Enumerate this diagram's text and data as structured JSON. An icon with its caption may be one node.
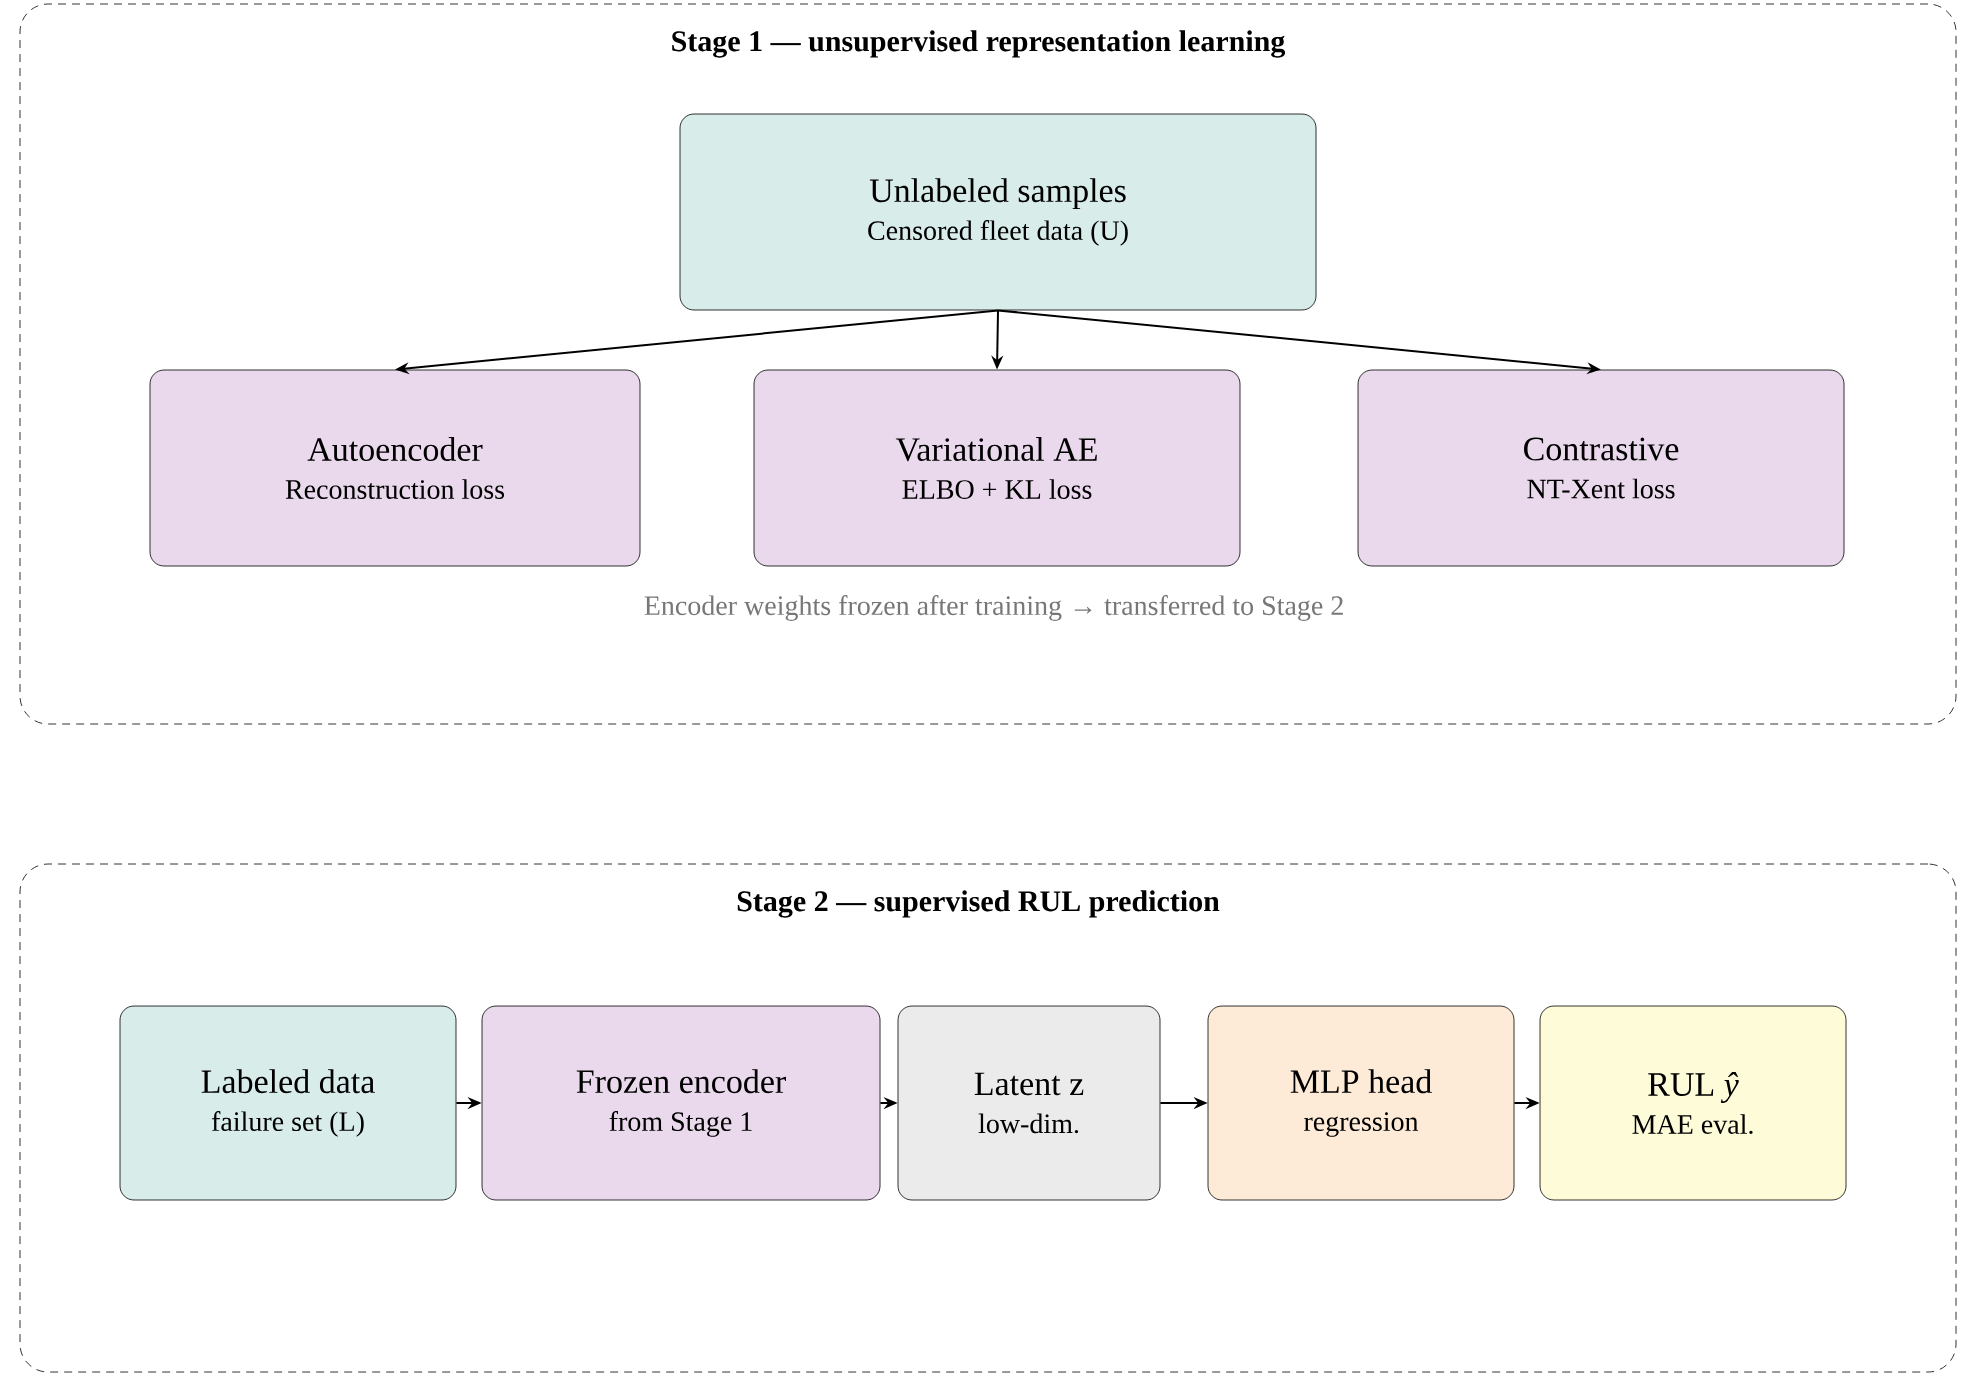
{
  "diagram": {
    "nodes": [
      {
        "text": [
          "Stage 1 — unsupervised representation learning",
          "Encoder weights frozen after training → transferred to Stage 2"
        ]
      },
      {
        "text": [
          "Unlabeled samples",
          "Censored fleet data (U)"
        ],
        "in": 0
      },
      {
        "text": [
          "Autoencoder",
          "Reconstruction loss"
        ],
        "in": 0
      },
      {
        "text": [
          "Variational AE",
          "ELBO + KL loss"
        ],
        "in": 0
      },
      {
        "text": [
          "Contrastive",
          "NT-Xent loss"
        ],
        "in": 0
      },
      {
        "text": [
          "Stage 2 — supervised RUL prediction"
        ]
      },
      {
        "text": [
          "Labeled data",
          "failure set (L)"
        ],
        "in": 5
      },
      {
        "text": [
          "Frozen encoder",
          "from Stage 1"
        ],
        "in": 5
      },
      {
        "text": [
          "Latent z",
          "low-dim."
        ],
        "in": 5
      },
      {
        "text": [
          "MLP head",
          "regression"
        ],
        "in": 5
      },
      {
        "text": [
          "RUL *ŷ*",
          "MAE eval."
        ],
        "in": 5
      }
    ],
    "edges": [
      {
        "from": 1,
        "to": 2,
        "arrow": "to"
      },
      {
        "from": 1,
        "to": 3,
        "arrow": "to"
      },
      {
        "from": 1,
        "to": 4,
        "arrow": "to"
      },
      {
        "from": 6,
        "to": 7,
        "arrow": "to"
      },
      {
        "from": 7,
        "to": 8,
        "arrow": "to"
      },
      {
        "from": 8,
        "to": 9,
        "arrow": "to"
      },
      {
        "from": 9,
        "to": 10,
        "arrow": "to"
      }
    ]
  }
}
